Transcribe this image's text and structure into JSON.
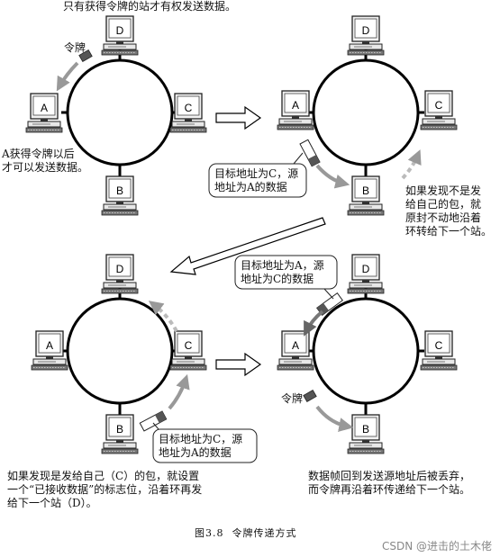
{
  "header_text": "只有获得令牌的站才有权发送数据。",
  "station_labels": {
    "a": "A",
    "b": "B",
    "c": "C",
    "d": "D"
  },
  "panel1": {
    "token_label": "令牌",
    "note": "A获得令牌以后\n才可以发送数据。"
  },
  "panel2": {
    "callout": "目标地址为C，源\n地址为A的数据",
    "note": "如果发现不是发\n给自己的包，就\n原封不动地沿着\n环转给下一个站。"
  },
  "panel3": {
    "callout": "目标地址为C，源\n地址为A的数据",
    "note": "如果发现是发给自己（C）的包，就设置\n一个“已接收数据”的标志位，沿着环再发\n给下一个站（D）。"
  },
  "panel4": {
    "callout": "目标地址为A，源\n地址为C的数据",
    "token_label": "令牌",
    "note": "数据帧回到发送源地址后被丢弃，\n而令牌再沿着环传递给下一个站。"
  },
  "caption": "图3.8  令牌传递方式",
  "watermark": "CSDN @进击的土木佬"
}
